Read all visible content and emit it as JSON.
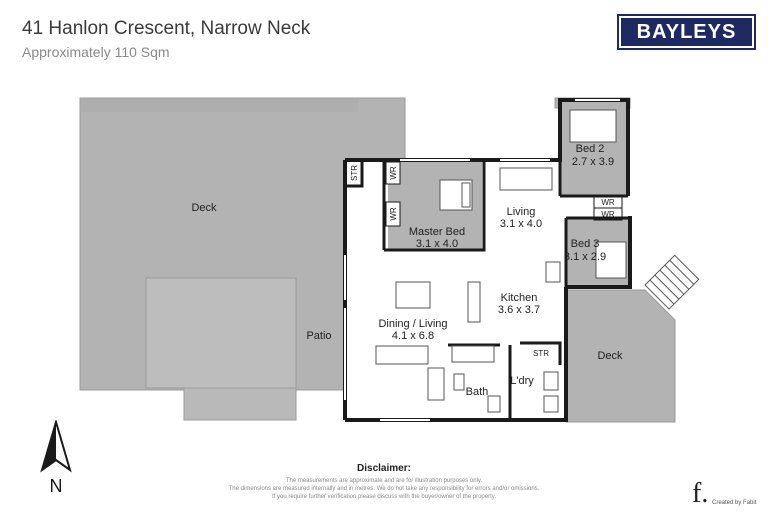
{
  "header": {
    "title": "41 Hanlon Crescent, Narrow Neck",
    "subtitle": "Approximately 110 Sqm"
  },
  "brand": {
    "logo_text": "BAYLEYS",
    "color": "#1f2a63"
  },
  "rooms": {
    "deck_left": "Deck",
    "patio": "Patio",
    "deck_right": "Deck",
    "bed2_name": "Bed 2",
    "bed2_size": "2.7 x 3.9",
    "bed3_name": "Bed 3",
    "bed3_size": "3.1 x 2.9",
    "master_name": "Master Bed",
    "master_size": "3.1 x 4.0",
    "living_name": "Living",
    "living_size": "3.1 x 4.0",
    "dining_name": "Dining / Living",
    "dining_size": "4.1 x 6.8",
    "kitchen_name": "Kitchen",
    "kitchen_size": "3.6 x 3.7",
    "bath": "Bath",
    "laundry": "L'dry",
    "str_a": "STR",
    "str_b": "STR",
    "wr_a": "WR",
    "wr_b": "WR",
    "wr_c": "WR",
    "wr_d": "WR"
  },
  "colors": {
    "deck": "#b3b3b3",
    "floor": "#ffffff",
    "wall": "#1a1a1a"
  },
  "disclaimer": {
    "title": "Disclaimer:",
    "lines": [
      "The measurements are approximate and are for illustration purposes only.",
      "The dimensions are measured internally and in metres. We do not take any responsibility for errors and/or omissions.",
      "If you require further verification please discuss with the buyer/owner of the property."
    ]
  },
  "compass": {
    "label": "N",
    "icon": "north-arrow-icon"
  },
  "credit": {
    "mark": "f.",
    "text": "Created by Fabit"
  }
}
